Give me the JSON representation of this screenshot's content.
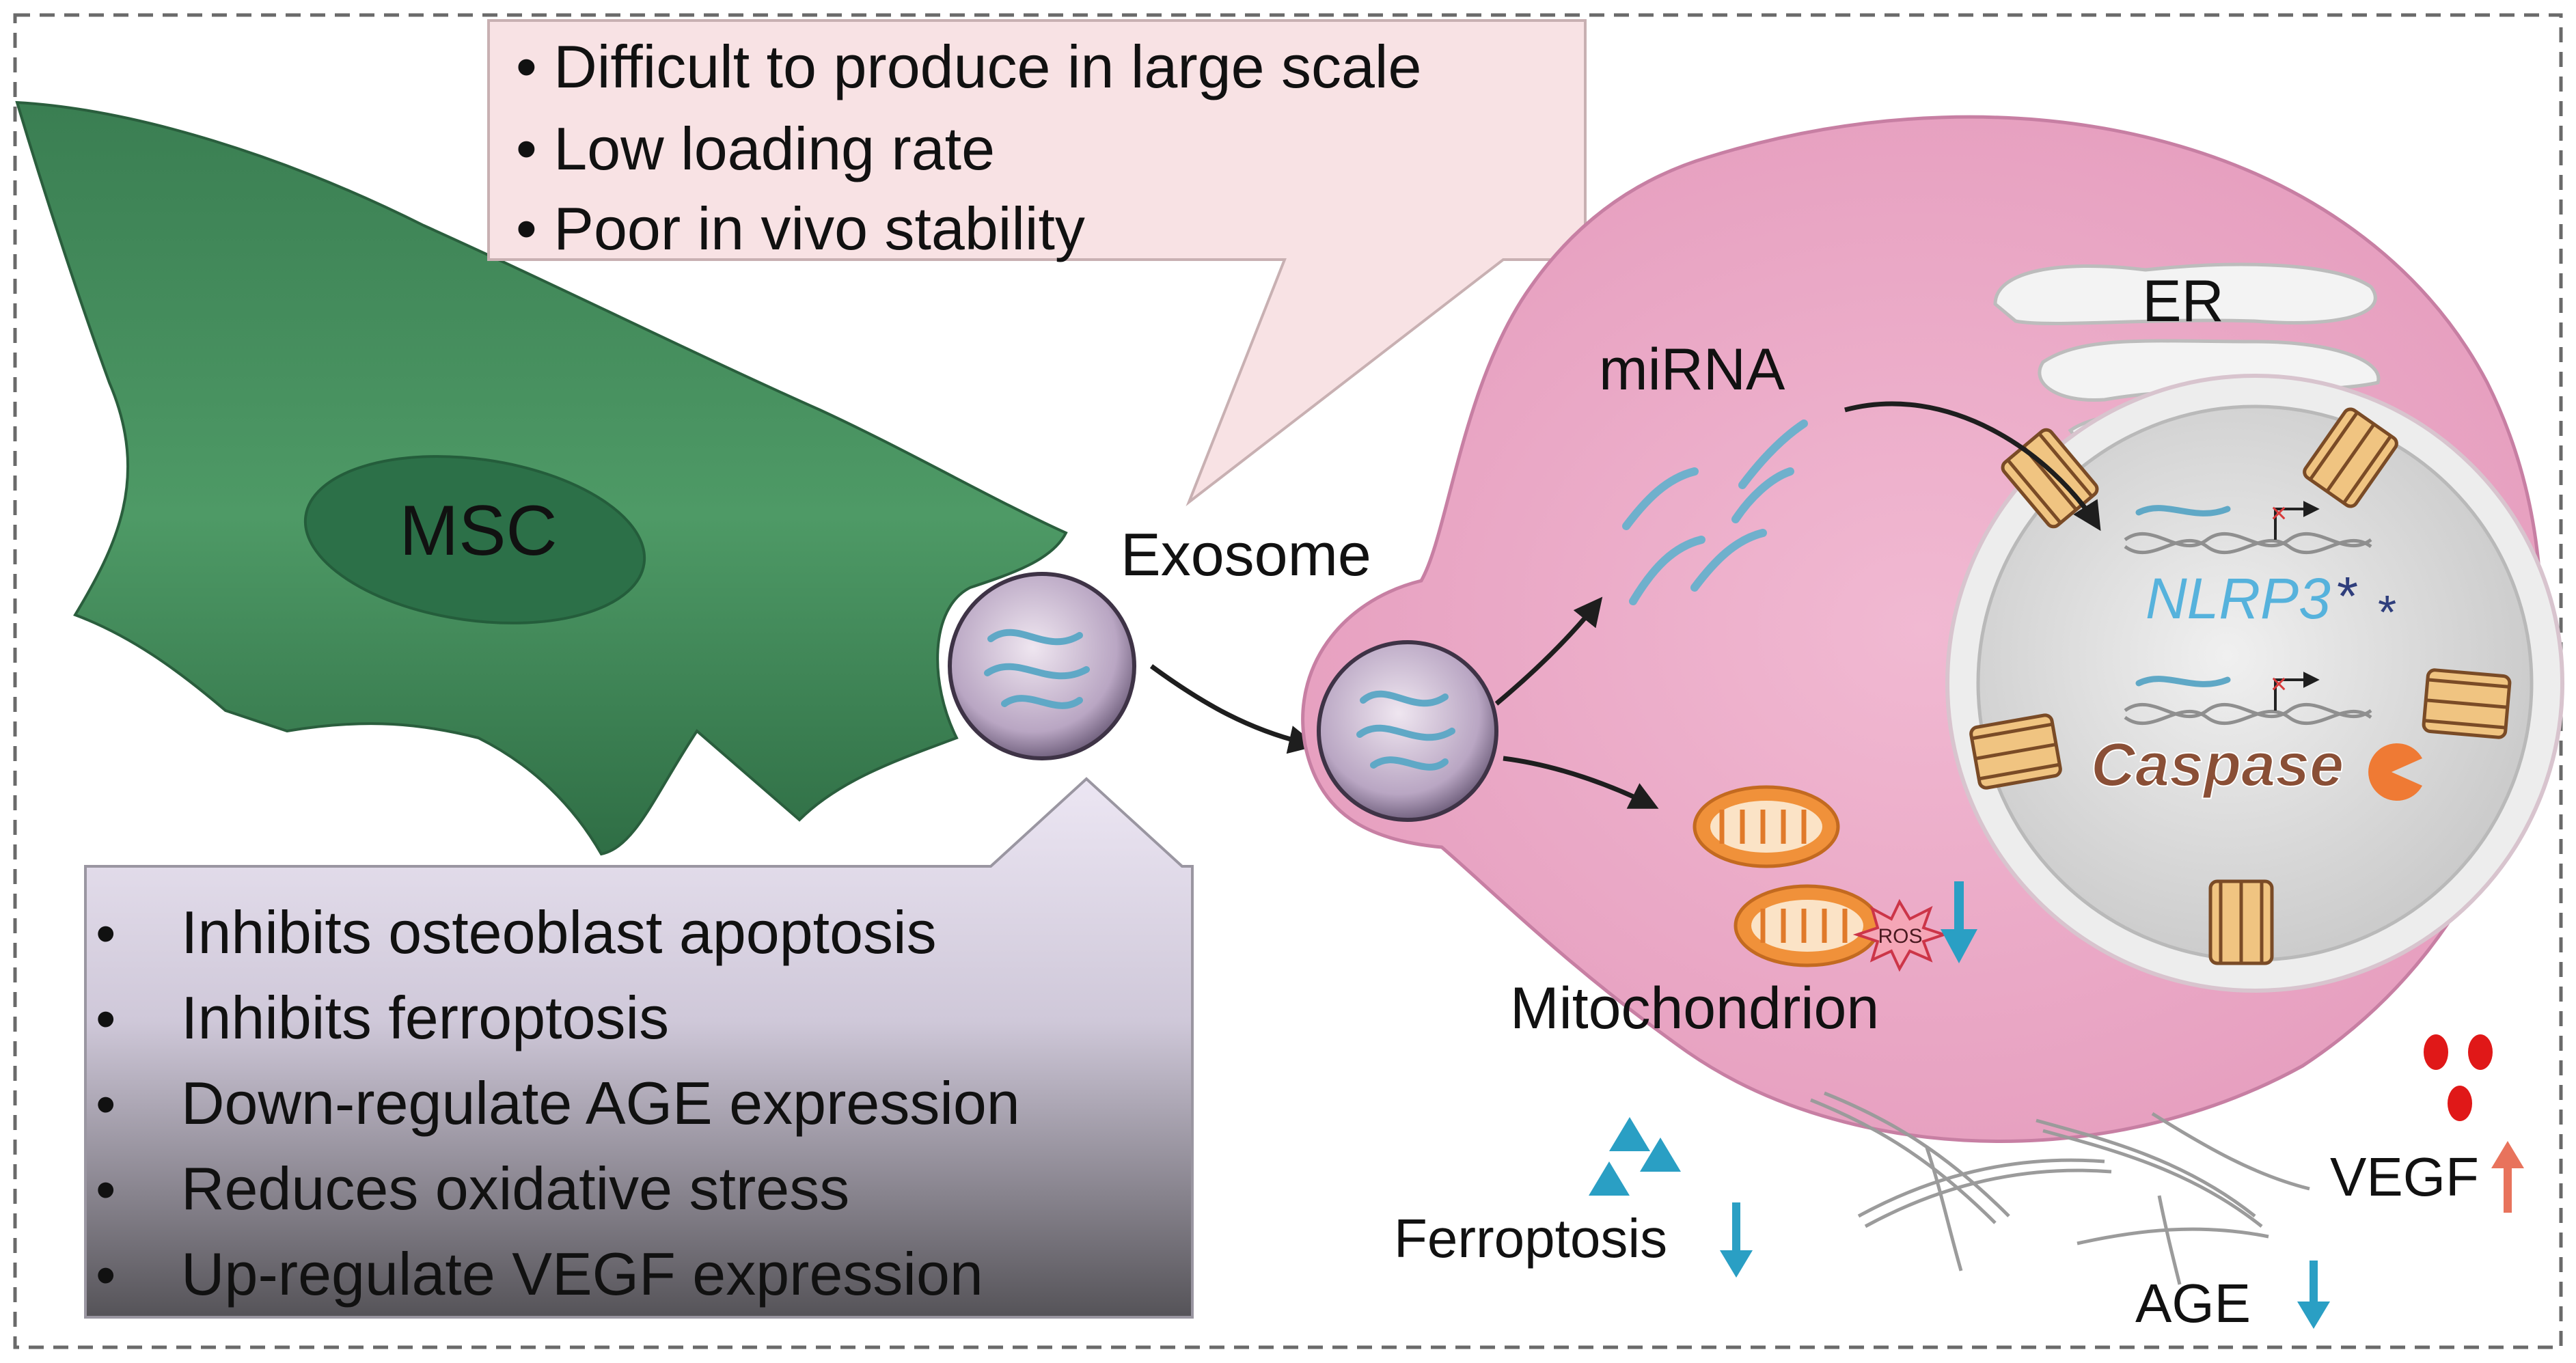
{
  "limitations": {
    "items": [
      "• Difficult to produce in large scale",
      "• Low loading rate",
      "• Poor in vivo stability"
    ]
  },
  "benefits": {
    "bullet": "•",
    "items": [
      "Inhibits osteoblast apoptosis",
      "Inhibits ferroptosis",
      "Down-regulate  AGE expression",
      "Reduces oxidative  stress",
      "Up-regulate VEGF expression"
    ]
  },
  "labels": {
    "msc": "MSC",
    "exosome": "Exosome",
    "mirna": "miRNA",
    "er": "ER",
    "nlrp3": "NLRP3",
    "caspase": "Caspase",
    "ros": "ROS",
    "mitochondrion": "Mitochondrion",
    "ferroptosis": "Ferroptosis",
    "vegf": "VEGF",
    "age": "AGE"
  },
  "colors": {
    "msc_cell": "#3f8a5a",
    "msc_nucleus": "#2c7048",
    "target_cell": "#e9a6c4",
    "nucleus": "#dedede",
    "down_arrow": "#2a9fc4",
    "up_arrow": "#e8735c",
    "vegf_dot": "#e01818",
    "ferro_triangle": "#2a9fc4",
    "limitations_box": "#f8e2e4",
    "benefits_box_top": "#ece6f3",
    "benefits_box_bottom": "#4a4a4a"
  }
}
